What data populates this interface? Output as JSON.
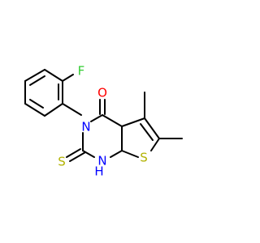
{
  "molecule": {
    "atoms": {
      "fluorine": "F",
      "oxygen": "O",
      "nitrogen": "N",
      "sulfur_thione": "S",
      "nitrogen_hydrogen": "H",
      "nitrogen_hn": "N",
      "sulfur_ring": "S"
    },
    "colors": {
      "bond": "#000000",
      "fluorine": "#33cc33",
      "oxygen": "#ff0000",
      "nitrogen": "#0000ff",
      "sulfur": "#b2b200"
    }
  }
}
